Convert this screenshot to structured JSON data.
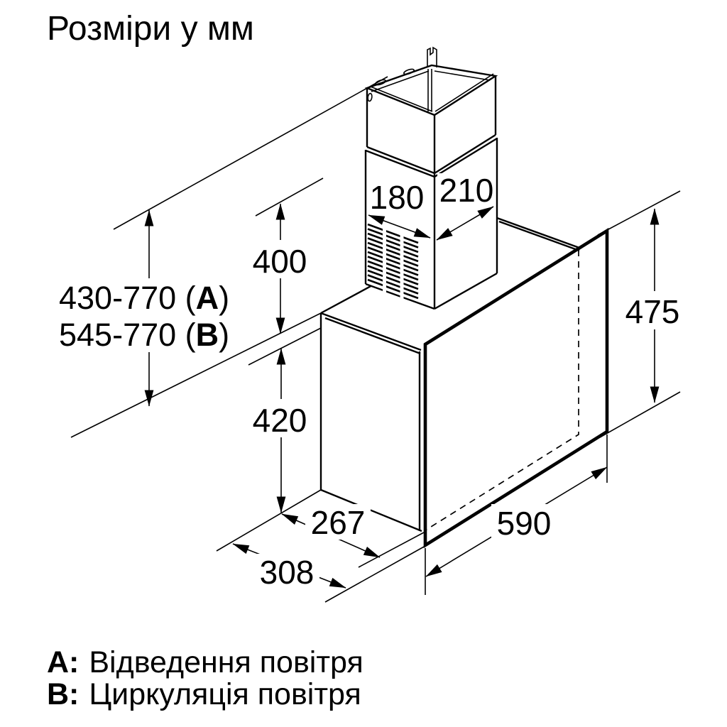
{
  "title": "Розміри у мм",
  "dimensions": {
    "duct_depth": "180",
    "duct_width": "210",
    "flue_section_height": "400",
    "height_range_a_prefix": "430-770 (",
    "mode_a_letter": "A",
    "height_range_b_prefix": "545-770 (",
    "mode_b_letter": "B",
    "paren_close": ")",
    "glass_panel_height": "475",
    "body_height": "420",
    "body_depth": "267",
    "total_depth": "308",
    "hood_width": "590"
  },
  "legend": {
    "a_key": "A:",
    "a_text": "Відведення повітря",
    "b_key": "B:",
    "b_text": "Циркуляція повітря"
  },
  "colors": {
    "ink": "#000000",
    "background": "#ffffff"
  }
}
